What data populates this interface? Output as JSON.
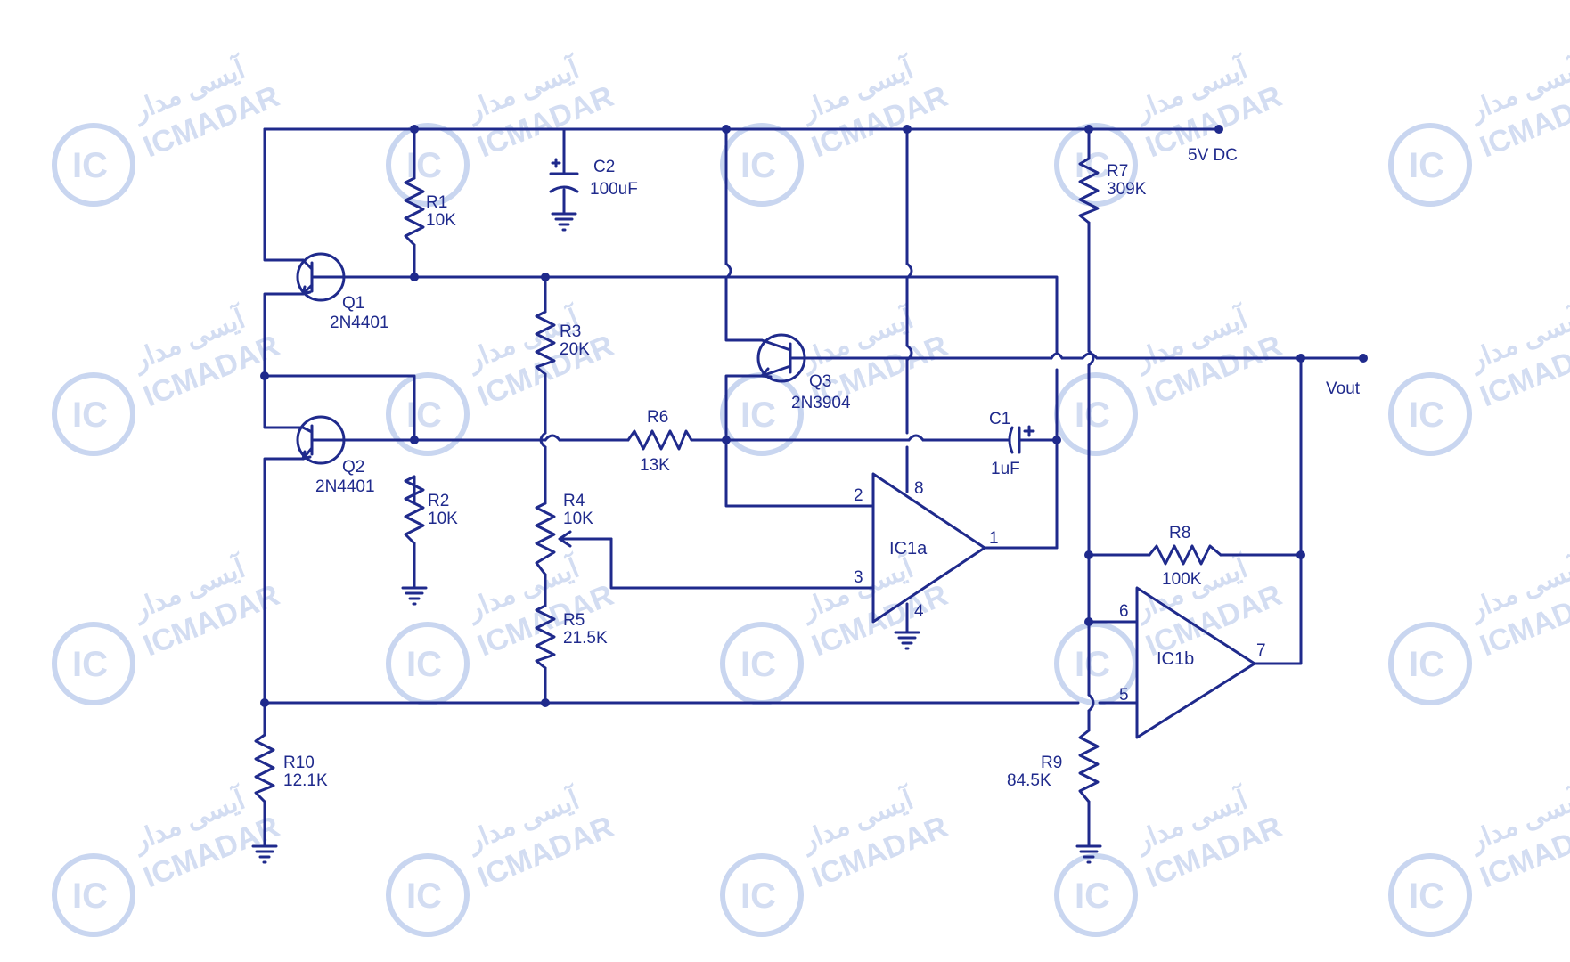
{
  "supply": {
    "label": "5V DC"
  },
  "output": {
    "label": "Vout"
  },
  "watermark": {
    "latin": "ICMADAR",
    "arabic": "آیسی مدار",
    "badge": "IC",
    "sub": "MADAR"
  },
  "components": {
    "R1": {
      "ref": "R1",
      "value": "10K"
    },
    "R2": {
      "ref": "R2",
      "value": "10K"
    },
    "R3": {
      "ref": "R3",
      "value": "20K"
    },
    "R4": {
      "ref": "R4",
      "value": "10K"
    },
    "R5": {
      "ref": "R5",
      "value": "21.5K"
    },
    "R6": {
      "ref": "R6",
      "value": "13K"
    },
    "R7": {
      "ref": "R7",
      "value": "309K"
    },
    "R8": {
      "ref": "R8",
      "value": "100K"
    },
    "R9": {
      "ref": "R9",
      "value": "84.5K"
    },
    "R10": {
      "ref": "R10",
      "value": "12.1K"
    },
    "C1": {
      "ref": "C1",
      "value": "1uF"
    },
    "C2": {
      "ref": "C2",
      "value": "100uF"
    },
    "Q1": {
      "ref": "Q1",
      "part": "2N4401"
    },
    "Q2": {
      "ref": "Q2",
      "part": "2N4401"
    },
    "Q3": {
      "ref": "Q3",
      "part": "2N3904"
    },
    "IC1a": {
      "ref": "IC1a",
      "pins": {
        "p1": "1",
        "p2": "2",
        "p3": "3",
        "p4": "4",
        "p8": "8"
      }
    },
    "IC1b": {
      "ref": "IC1b",
      "pins": {
        "p5": "5",
        "p6": "6",
        "p7": "7"
      }
    }
  },
  "colors": {
    "ink": "#1f2a8c",
    "watermark": "#d3ddf2"
  }
}
